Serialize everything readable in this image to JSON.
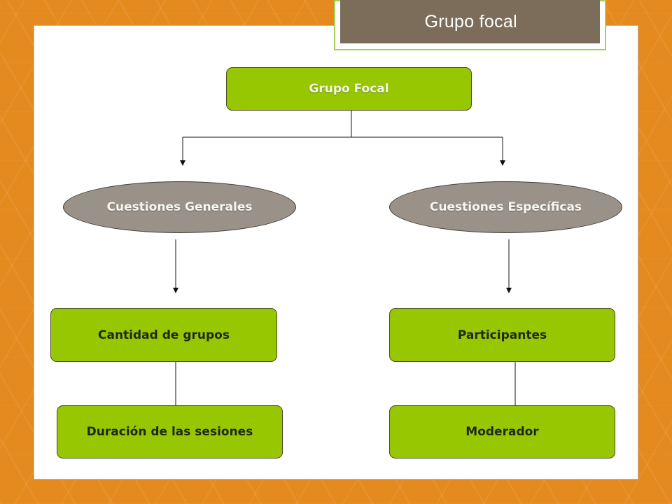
{
  "header": {
    "title": "Grupo focal"
  },
  "diagram": {
    "root": {
      "label": "Grupo Focal"
    },
    "branches": [
      {
        "label": "Cuestiones Generales",
        "items": [
          "Cantidad de grupos",
          "Duración de las sesiones"
        ]
      },
      {
        "label": "Cuestiones Específicas",
        "items": [
          "Participantes",
          "Moderador"
        ]
      }
    ]
  },
  "colors": {
    "background": "#e58a1f",
    "title_box": "#7b6d59",
    "title_frame": "#a7cf5a",
    "node_green": "#97c700",
    "node_oval": "#9a9288"
  }
}
